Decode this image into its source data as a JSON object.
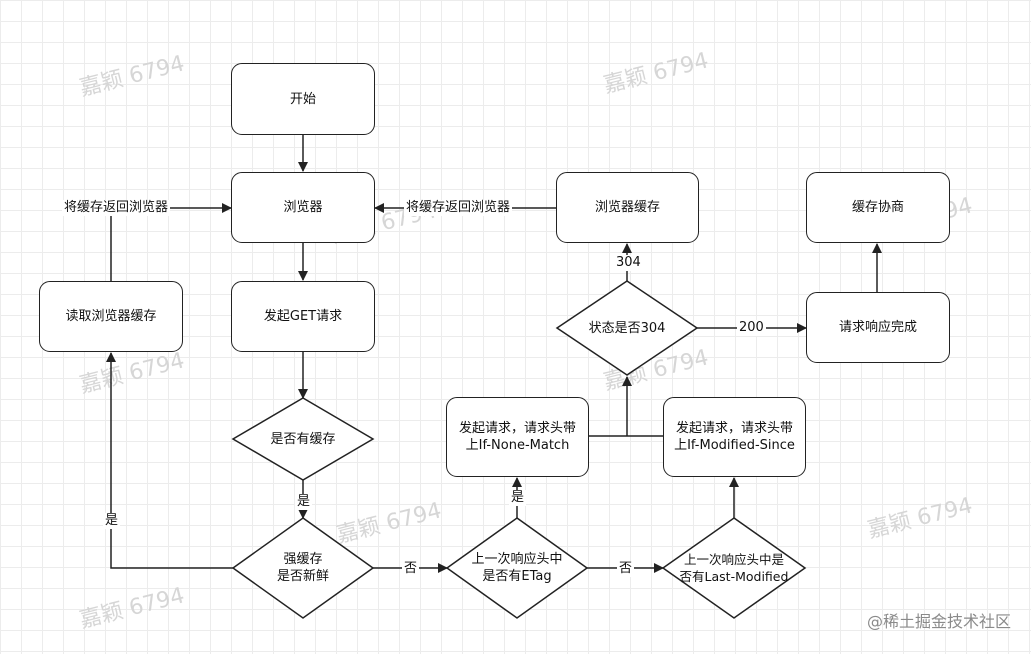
{
  "watermark": "嘉颖 6794",
  "brand": "@稀土掘金技术社区",
  "nodes": {
    "start": "开始",
    "browser": "浏览器",
    "send_get": "发起GET请求",
    "has_cache": "是否有缓存",
    "strong_cache_fresh": [
      "强缓存",
      "是否新鲜"
    ],
    "read_browser_cache": "读取浏览器缓存",
    "has_etag": [
      "上一次响应头中",
      "是否有ETag"
    ],
    "has_last_modified": [
      "上一次响应头中是",
      "否有Last-Modified"
    ],
    "req_if_none_match": [
      "发起请求，请求头带",
      "上If-None-Match"
    ],
    "req_if_modified_since": [
      "发起请求，请求头带",
      "上If-Modified-Since"
    ],
    "status_304": "状态是否304",
    "browser_cache": "浏览器缓存",
    "request_complete": "请求响应完成",
    "cache_negotiation": "缓存协商"
  },
  "edge_labels": {
    "return_cache_left": "将缓存返回浏览器",
    "return_cache_mid": "将缓存返回浏览器",
    "yes_has_cache": "是",
    "yes_fresh": "是",
    "no_fresh": "否",
    "no_etag": "否",
    "yes_etag": "是",
    "code_304": "304",
    "code_200": "200"
  }
}
